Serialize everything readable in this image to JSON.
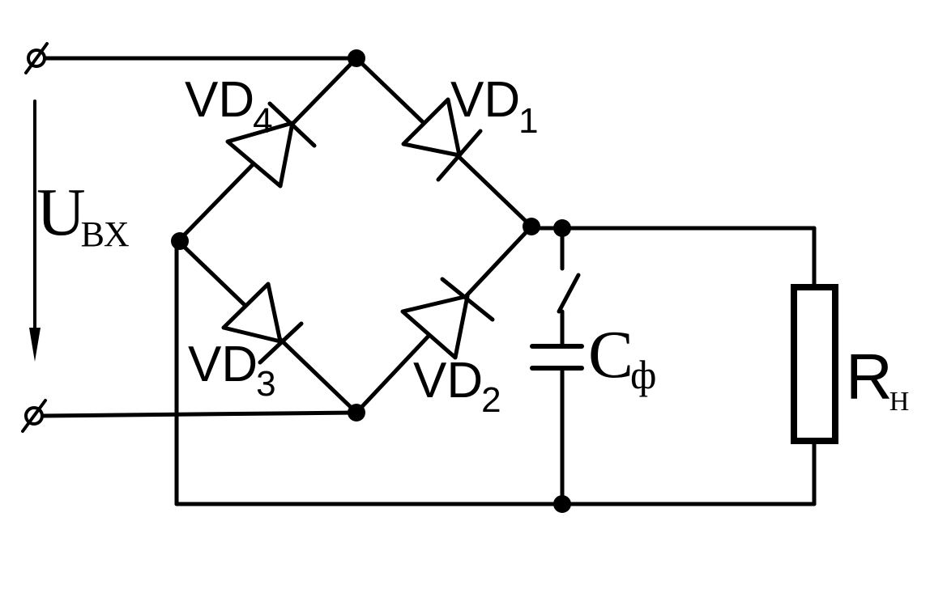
{
  "input": {
    "voltage_symbol": "U",
    "voltage_subscript": "ВХ",
    "terminal_symbol": "ø"
  },
  "diodes": [
    {
      "name": "VD",
      "index": "1"
    },
    {
      "name": "VD",
      "index": "2"
    },
    {
      "name": "VD",
      "index": "3"
    },
    {
      "name": "VD",
      "index": "4"
    }
  ],
  "capacitor": {
    "symbol": "C",
    "subscript": "ф"
  },
  "resistor": {
    "symbol": "R",
    "subscript": "Н"
  }
}
